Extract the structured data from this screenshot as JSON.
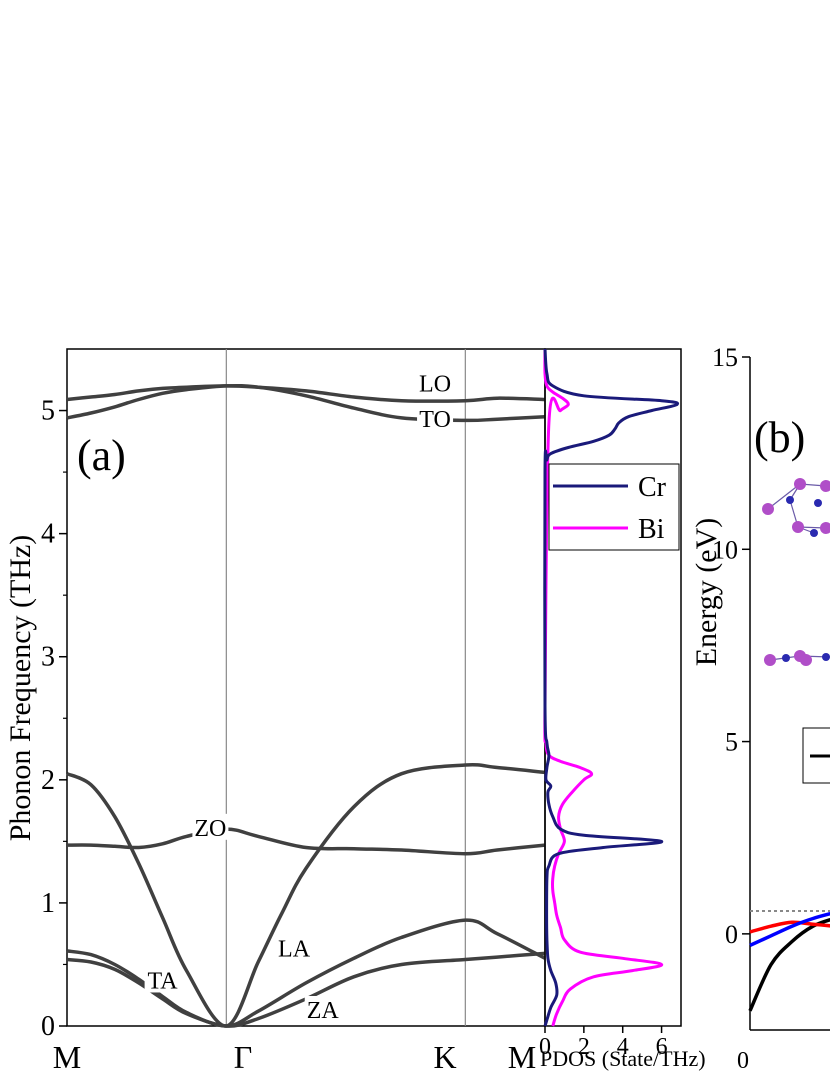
{
  "chart_data": [
    {
      "type": "line",
      "panel_label": "(a)",
      "ylabel": "Phonon Frequency (THz)",
      "ylim": [
        0,
        5.5
      ],
      "yticks": [
        0,
        1,
        2,
        3,
        4,
        5
      ],
      "xlim": [
        0,
        1
      ],
      "high_symmetry_points": [
        {
          "label": "M",
          "x": 0
        },
        {
          "label": "Γ",
          "x": 0.3333
        },
        {
          "label": "K",
          "x": 0.8333
        },
        {
          "label": "M",
          "x": 1
        }
      ],
      "branches": [
        {
          "x": [
            0,
            0.05,
            0.1,
            0.15,
            0.2,
            0.25,
            0.3333,
            0.4,
            0.5,
            0.6,
            0.7,
            0.8333,
            0.9,
            1
          ],
          "y": [
            5.09,
            5.11,
            5.13,
            5.16,
            5.18,
            5.19,
            5.2,
            5.19,
            5.16,
            5.11,
            5.08,
            5.08,
            5.1,
            5.09
          ]
        },
        {
          "x": [
            0,
            0.05,
            0.1,
            0.15,
            0.2,
            0.25,
            0.3333,
            0.4,
            0.5,
            0.6,
            0.7,
            0.8333,
            0.9,
            1
          ],
          "y": [
            4.94,
            4.98,
            5.03,
            5.09,
            5.14,
            5.17,
            5.2,
            5.19,
            5.12,
            5.02,
            4.94,
            4.92,
            4.93,
            4.95
          ]
        },
        {
          "x": [
            0,
            0.05,
            0.1,
            0.15,
            0.2,
            0.25,
            0.3333,
            0.4,
            0.45,
            0.5,
            0.6,
            0.7,
            0.8333,
            0.9,
            1
          ],
          "y": [
            2.05,
            1.96,
            1.7,
            1.32,
            0.88,
            0.45,
            0.0,
            0.52,
            0.92,
            1.28,
            1.78,
            2.05,
            2.12,
            2.1,
            2.06
          ]
        },
        {
          "x": [
            0,
            0.05,
            0.1,
            0.15,
            0.2,
            0.25,
            0.3333,
            0.4,
            0.5,
            0.6,
            0.7,
            0.8333,
            0.9,
            1
          ],
          "y": [
            1.47,
            1.47,
            1.46,
            1.45,
            1.48,
            1.54,
            1.6,
            1.54,
            1.45,
            1.44,
            1.43,
            1.4,
            1.43,
            1.47
          ]
        },
        {
          "x": [
            0,
            0.05,
            0.1,
            0.15,
            0.2,
            0.25,
            0.3333,
            0.4,
            0.5,
            0.6,
            0.7,
            0.8333,
            0.9,
            1
          ],
          "y": [
            0.61,
            0.58,
            0.5,
            0.38,
            0.24,
            0.11,
            0.0,
            0.12,
            0.35,
            0.55,
            0.72,
            0.86,
            0.75,
            0.55
          ]
        },
        {
          "x": [
            0,
            0.05,
            0.1,
            0.15,
            0.2,
            0.25,
            0.3333,
            0.4,
            0.5,
            0.6,
            0.7,
            0.8333,
            0.9,
            1
          ],
          "y": [
            0.54,
            0.52,
            0.46,
            0.35,
            0.22,
            0.1,
            0.0,
            0.06,
            0.22,
            0.4,
            0.5,
            0.54,
            0.56,
            0.59
          ]
        }
      ],
      "branch_labels": [
        {
          "text": "LO",
          "x": 0.77,
          "y": 5.22
        },
        {
          "text": "TO",
          "x": 0.77,
          "y": 4.93
        },
        {
          "text": "ZO",
          "x": 0.3,
          "y": 1.61
        },
        {
          "text": "LA",
          "x": 0.475,
          "y": 0.63
        },
        {
          "text": "TA",
          "x": 0.2,
          "y": 0.37
        },
        {
          "text": "ZA",
          "x": 0.535,
          "y": 0.13
        }
      ]
    },
    {
      "type": "line",
      "xlabel": "PDOS (State/THz)",
      "xlim": [
        0,
        7
      ],
      "xticks": [
        0,
        2,
        4,
        6
      ],
      "ylim": [
        0,
        5.5
      ],
      "legend": "top-right",
      "series": [
        {
          "name": "Cr",
          "color": "#1a1a7a",
          "freq": [
            0,
            0.05,
            0.15,
            0.25,
            0.35,
            0.45,
            0.55,
            0.7,
            0.9,
            1.2,
            1.3,
            1.4,
            1.45,
            1.5,
            1.55,
            1.6,
            1.7,
            1.8,
            1.9,
            1.95,
            2.0,
            2.1,
            2.2,
            2.3,
            2.6,
            4.5,
            4.6,
            4.65,
            4.7,
            4.75,
            4.8,
            4.85,
            4.9,
            4.95,
            5.0,
            5.05,
            5.08,
            5.12,
            5.2,
            5.3,
            5.5
          ],
          "pdos": [
            0,
            0.1,
            0.3,
            0.6,
            0.55,
            0.3,
            0.15,
            0.1,
            0.08,
            0.1,
            0.2,
            0.7,
            3.0,
            6.0,
            2.0,
            0.8,
            0.4,
            0.2,
            0.15,
            0.3,
            0.05,
            0.1,
            0.2,
            0.1,
            0,
            0,
            0.1,
            0.3,
            1.2,
            2.5,
            3.3,
            3.6,
            3.8,
            4.3,
            5.5,
            6.8,
            6.0,
            2.0,
            0.4,
            0.1,
            0
          ]
        },
        {
          "name": "Bi",
          "color": "#ff00ff",
          "freq": [
            0,
            0.1,
            0.2,
            0.3,
            0.4,
            0.45,
            0.5,
            0.55,
            0.6,
            0.7,
            0.8,
            0.9,
            1.0,
            1.1,
            1.2,
            1.3,
            1.4,
            1.5,
            1.6,
            1.7,
            1.8,
            1.9,
            2.0,
            2.05,
            2.1,
            2.15,
            2.2,
            2.3,
            2.6,
            4.9,
            5.0,
            5.05,
            5.1,
            5.15,
            5.2,
            5.3,
            5.5
          ],
          "pdos": [
            0.4,
            0.6,
            0.9,
            1.3,
            2.5,
            4.5,
            6.0,
            4.0,
            1.8,
            1.0,
            0.8,
            0.6,
            0.5,
            0.4,
            0.4,
            0.5,
            0.7,
            1.0,
            0.8,
            0.7,
            0.9,
            1.4,
            2.0,
            2.4,
            1.8,
            0.8,
            0.2,
            0.05,
            0,
            0.2,
            0.8,
            1.2,
            0.9,
            0.4,
            0.1,
            0,
            0
          ]
        }
      ]
    },
    {
      "type": "line",
      "panel_label": "(b)",
      "ylabel": "Energy (eV)",
      "ylim": [
        -2.5,
        15
      ],
      "yticks": [
        0,
        5,
        10,
        15
      ],
      "xticks": [
        0
      ],
      "series": [
        {
          "color": "#000000",
          "x": [
            0,
            0.3,
            0.6,
            0.9,
            1.2
          ],
          "y": [
            -2.0,
            -0.8,
            -0.2,
            0.2,
            0.4
          ]
        },
        {
          "color": "#ff0000",
          "x": [
            0,
            0.3,
            0.6,
            0.9,
            1.2
          ],
          "y": [
            0.05,
            0.2,
            0.3,
            0.25,
            0.2
          ]
        },
        {
          "color": "#0000ff",
          "x": [
            0,
            0.3,
            0.6,
            0.9,
            1.2
          ],
          "y": [
            -0.3,
            -0.05,
            0.2,
            0.4,
            0.55
          ]
        }
      ]
    }
  ]
}
